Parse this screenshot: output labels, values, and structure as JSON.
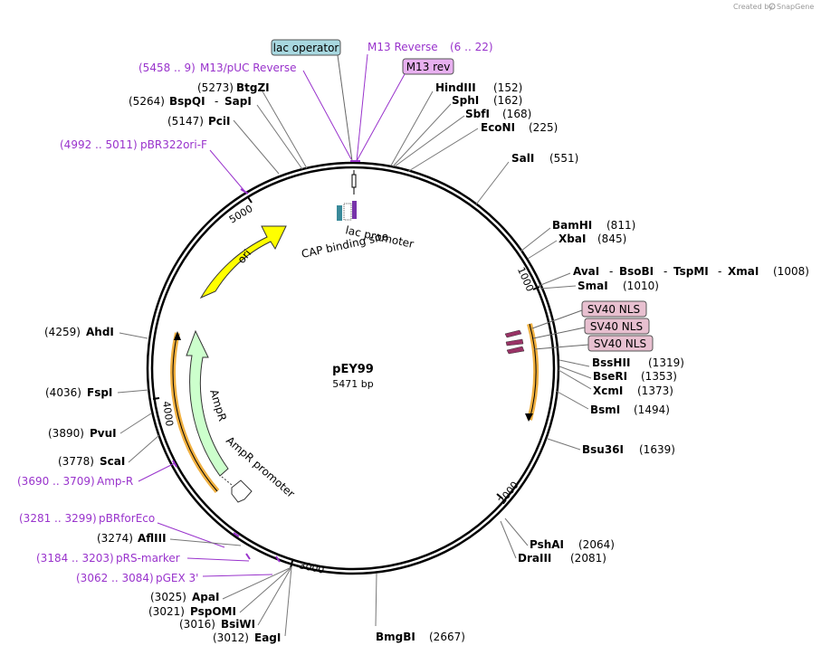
{
  "credit": {
    "prefix": "Created by",
    "brand": "SnapGene"
  },
  "plasmid": {
    "name": "pEY99",
    "length": "5471 bp"
  },
  "ticks": [
    "1000",
    "2000",
    "3000",
    "4000",
    "5000"
  ],
  "features": {
    "ori": "ori",
    "ampr": "AmpR",
    "ampr_promoter": "AmpR promoter",
    "lac_promoter": "lac promoter",
    "cap_site": "CAP binding site"
  },
  "boxes": {
    "lac_operator": "lac operator",
    "m13_rev": "M13 rev",
    "sv40_1": "SV40 NLS",
    "sv40_2": "SV40 NLS",
    "sv40_3": "SV40 NLS"
  },
  "primers": {
    "m13_reverse": {
      "name": "M13 Reverse",
      "pos": "(6 .. 22)"
    },
    "m13_puc": {
      "pos": "(5458 .. 9)",
      "name": "M13/pUC Reverse"
    },
    "pbr322": {
      "pos": "(4992 .. 5011)",
      "name": "pBR322ori-F"
    },
    "ampr_p": {
      "pos": "(3690 .. 3709)",
      "name": "Amp-R"
    },
    "pbrforeco": {
      "pos": "(3281 .. 3299)",
      "name": "pBRforEco"
    },
    "prs": {
      "pos": "(3184 .. 3203)",
      "name": "pRS-marker"
    },
    "pgex": {
      "pos": "(3062 .. 3084)",
      "name": "pGEX 3'"
    }
  },
  "enzymes": {
    "btgzi": {
      "pos": "(5273)",
      "name": "BtgZI"
    },
    "bspqi": {
      "pos": "(5264)",
      "name1": "BspQI",
      "sep": "-",
      "name2": "SapI"
    },
    "pcii": {
      "pos": "(5147)",
      "name": "PciI"
    },
    "hindiii": {
      "name": "HindIII",
      "pos": "(152)"
    },
    "sphi": {
      "name": "SphI",
      "pos": "(162)"
    },
    "sbfi": {
      "name": "SbfI",
      "pos": "(168)"
    },
    "econi": {
      "name": "EcoNI",
      "pos": "(225)"
    },
    "sali": {
      "name": "SalI",
      "pos": "(551)"
    },
    "bamhi": {
      "name": "BamHI",
      "pos": "(811)"
    },
    "xbai": {
      "name": "XbaI",
      "pos": "(845)"
    },
    "avai": {
      "n1": "AvaI",
      "s1": "-",
      "n2": "BsoBI",
      "s2": "-",
      "n3": "TspMI",
      "s3": "-",
      "n4": "XmaI",
      "pos": "(1008)"
    },
    "smai": {
      "name": "SmaI",
      "pos": "(1010)"
    },
    "bsshii": {
      "name": "BssHII",
      "pos": "(1319)"
    },
    "bseri": {
      "name": "BseRI",
      "pos": "(1353)"
    },
    "xcmi": {
      "name": "XcmI",
      "pos": "(1373)"
    },
    "bsmi": {
      "name": "BsmI",
      "pos": "(1494)"
    },
    "bsu36i": {
      "name": "Bsu36I",
      "pos": "(1639)"
    },
    "pshai": {
      "name": "PshAI",
      "pos": "(2064)"
    },
    "draiii": {
      "name": "DraIII",
      "pos": "(2081)"
    },
    "bmgbi": {
      "name": "BmgBI",
      "pos": "(2667)"
    },
    "ahdi": {
      "pos": "(4259)",
      "name": "AhdI"
    },
    "fspi": {
      "pos": "(4036)",
      "name": "FspI"
    },
    "pvui": {
      "pos": "(3890)",
      "name": "PvuI"
    },
    "scai": {
      "pos": "(3778)",
      "name": "ScaI"
    },
    "afliii": {
      "pos": "(3274)",
      "name": "AflIII"
    },
    "apai": {
      "pos": "(3025)",
      "name": "ApaI"
    },
    "pspomi": {
      "pos": "(3021)",
      "name": "PspOMI"
    },
    "bsiwi": {
      "pos": "(3016)",
      "name": "BsiWI"
    },
    "eagi": {
      "pos": "(3012)",
      "name": "EagI"
    }
  },
  "colors": {
    "backbone": "#000000",
    "ori": "#ffff00",
    "ampr": "#ccffcc",
    "highlight": "#f0b040",
    "primer": "#9933cc",
    "lac_operator_box": "#a8d8e0",
    "m13_box": "#e8b0f0",
    "nls_box": "#e8c0d0",
    "nls_arrow": "#993366"
  }
}
